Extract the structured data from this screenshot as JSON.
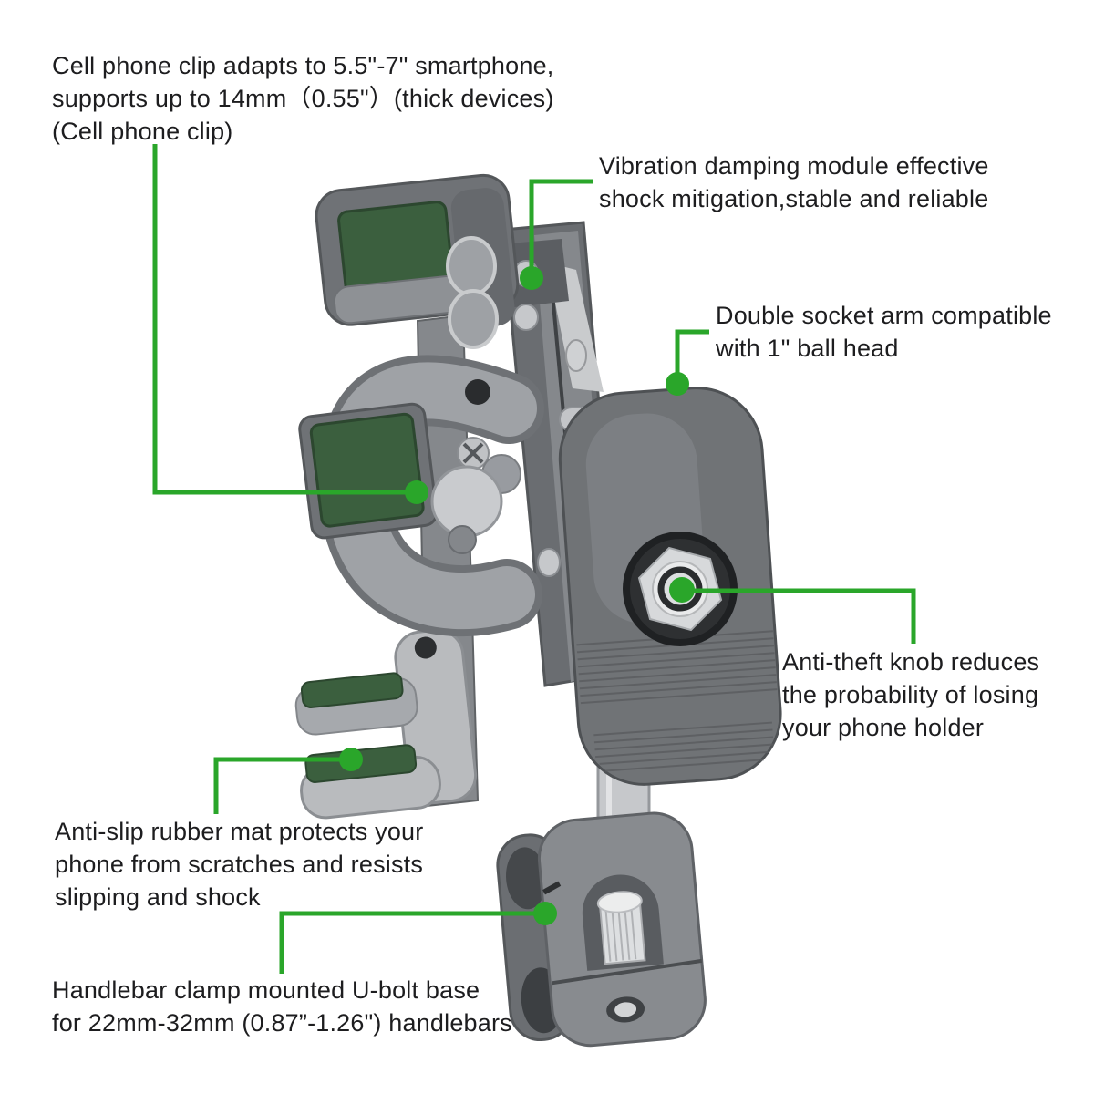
{
  "figure": {
    "kind": "annotated product diagram",
    "annotations": [
      {
        "id": "cell-phone-clip",
        "text": "Cell phone clip adapts to 5.5\"-7\" smartphone,\nsupports up to 14mm（0.55\"）(thick devices)\n(Cell phone clip)"
      },
      {
        "id": "vibration-damping",
        "text": "Vibration damping module effective\nshock mitigation,stable and reliable"
      },
      {
        "id": "double-socket-arm",
        "text": "Double socket arm compatible\nwith 1\" ball head"
      },
      {
        "id": "anti-theft-knob",
        "text": "Anti-theft knob reduces\nthe probability of losing\nyour phone holder"
      },
      {
        "id": "anti-slip-mat",
        "text": "Anti-slip rubber mat protects your\nphone from scratches and resists\nslipping and shock"
      },
      {
        "id": "handlebar-clamp",
        "text": "Handlebar clamp mounted U-bolt base\nfor 22mm-32mm (0.87”-1.26\") handlebars"
      }
    ],
    "colors": {
      "background": "#ffffff",
      "callout_green": "#2aa62a",
      "text": "#1d1d1f",
      "pad_green": "#3b5f3e",
      "metal_light": "#c7c9cc",
      "metal_mid": "#8f9296",
      "metal_dark": "#5b5e62"
    }
  }
}
